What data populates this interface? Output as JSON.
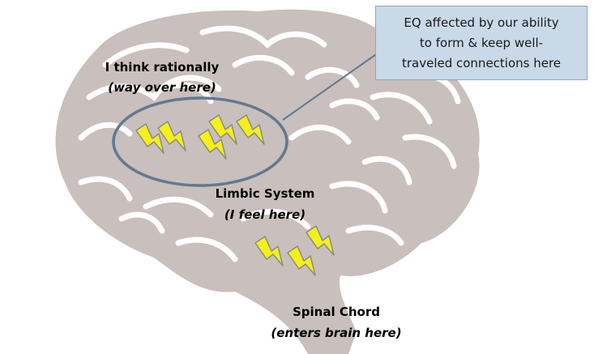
{
  "callout": {
    "lines": [
      "EQ affected by our ability",
      "to form & keep well-",
      "traveled connections here"
    ]
  },
  "labels": {
    "rational": {
      "title": "I think rationally",
      "sub": "(way over here)"
    },
    "limbic": {
      "title": "Limbic System",
      "sub": "(I feel here)"
    },
    "spinal": {
      "title": "Spinal Chord",
      "sub": "(enters brain here)"
    }
  },
  "colors": {
    "brain_fill": "#c9bfbc",
    "fold_lines": "#ffffff",
    "oval_stroke": "#607a93",
    "bolt_fill": "#f5ef1a",
    "bolt_stroke": "#8a8a8a",
    "callout_fill": "#c9d9e8"
  }
}
